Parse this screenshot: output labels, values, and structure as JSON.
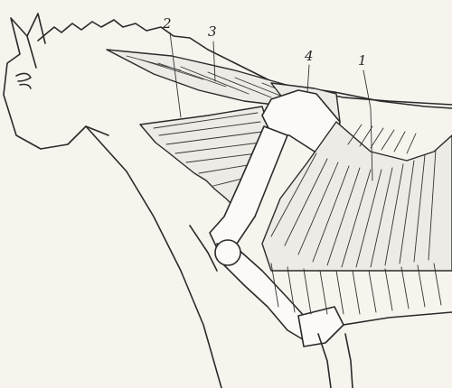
{
  "labels": {
    "label_1": "1",
    "label_2": "2",
    "label_3": "3",
    "label_4": "4"
  },
  "colors": {
    "paper": "#f7f4ee",
    "ink": "#2a2a2a"
  }
}
